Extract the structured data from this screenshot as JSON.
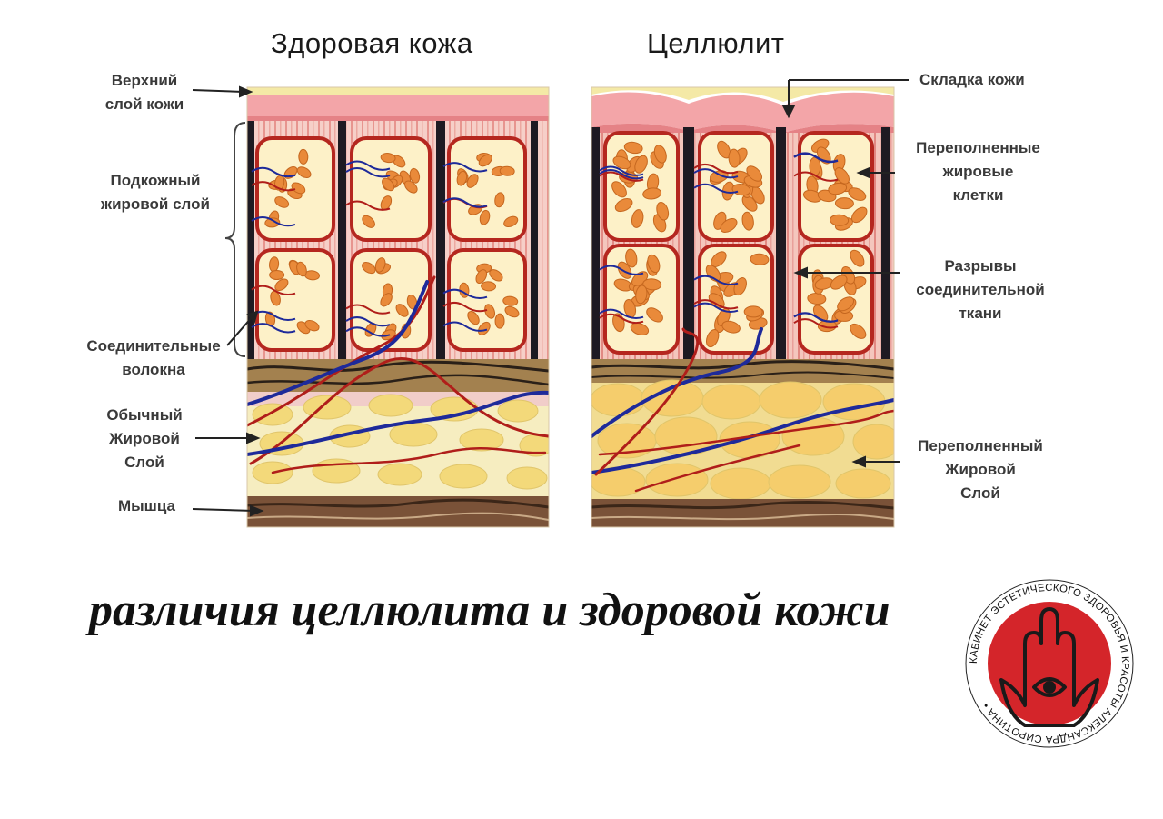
{
  "panels": {
    "healthy_title": "Здоровая кожа",
    "cellulite_title": "Целлюлит"
  },
  "labels_left": {
    "upper_layer": [
      "Верхний",
      "слой кожи"
    ],
    "subcutaneous": [
      "Подкожный",
      "жировой слой"
    ],
    "fibers": [
      "Соединительные",
      "волокна"
    ],
    "normal_fat": [
      "Обычный",
      "Жировой",
      "Слой"
    ],
    "muscle": "Мышца"
  },
  "labels_right": {
    "skin_fold": "Складка кожи",
    "overfilled_cells": [
      "Переполненные",
      "жировые",
      "клетки"
    ],
    "tissue_ruptures": [
      "Разрывы",
      "соединительной",
      "ткани"
    ],
    "overfilled_layer": [
      "Переполненный",
      "Жировой",
      "Слой"
    ]
  },
  "caption": "различия целлюлита и здоровой кожи",
  "seal": {
    "text": "КАБИНЕТ ЭСТЕТИЧЕСКОГО ЗДОРОВЬЯ И КРАСОТЫ АЛЕКСАНДРА СИРОТИНА •",
    "icon": "hamsa-hand-icon"
  },
  "colors": {
    "epidermis": "#f3a5a8",
    "fat_cell": "#fdf1c8",
    "fat_droplet": "#e98a3a",
    "cell_outline": "#b5271f",
    "septa": "#1e1a22",
    "vein": "#1e2a9a",
    "artery": "#b01e1a",
    "fat_layer": "#f2e3a0",
    "muscle": "#7a5238",
    "seal_red": "#d4252a"
  }
}
